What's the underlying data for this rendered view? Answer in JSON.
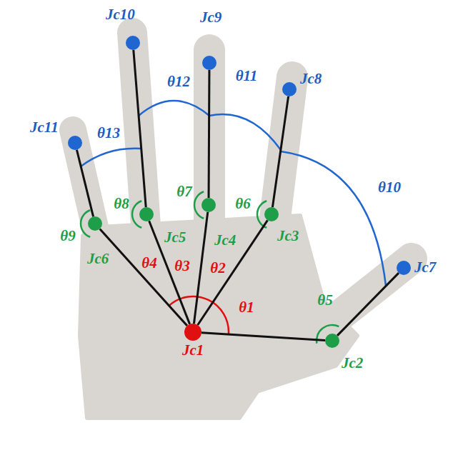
{
  "diagram": {
    "nodes": [
      {
        "text": [
          "Jc1"
        ]
      },
      {
        "text": [
          "Jc2"
        ]
      },
      {
        "text": [
          "Jc3"
        ]
      },
      {
        "text": [
          "Jc4"
        ]
      },
      {
        "text": [
          "Jc5"
        ]
      },
      {
        "text": [
          "Jc6"
        ]
      },
      {
        "text": [
          "Jc7"
        ]
      },
      {
        "text": [
          "Jc8"
        ]
      },
      {
        "text": [
          "Jc9"
        ]
      },
      {
        "text": [
          "Jc10"
        ]
      },
      {
        "text": [
          "Jc11"
        ]
      }
    ],
    "edges": [
      {
        "from": 0,
        "to": 1,
        "arrow": "none"
      },
      {
        "from": 1,
        "to": 6,
        "arrow": "none"
      },
      {
        "from": 0,
        "to": 2,
        "arrow": "none"
      },
      {
        "from": 2,
        "to": 7,
        "arrow": "none"
      },
      {
        "from": 0,
        "to": 3,
        "arrow": "none"
      },
      {
        "from": 3,
        "to": 8,
        "arrow": "none"
      },
      {
        "from": 0,
        "to": 4,
        "arrow": "none"
      },
      {
        "from": 4,
        "to": 9,
        "arrow": "none"
      },
      {
        "from": 0,
        "to": 5,
        "arrow": "none"
      },
      {
        "from": 5,
        "to": 10,
        "arrow": "none"
      }
    ],
    "labels": [
      "θ1",
      "θ2",
      "θ3",
      "θ4",
      "θ5",
      "θ6",
      "θ7",
      "θ8",
      "θ9",
      "θ10",
      "θ11",
      "θ12",
      "θ13"
    ]
  }
}
